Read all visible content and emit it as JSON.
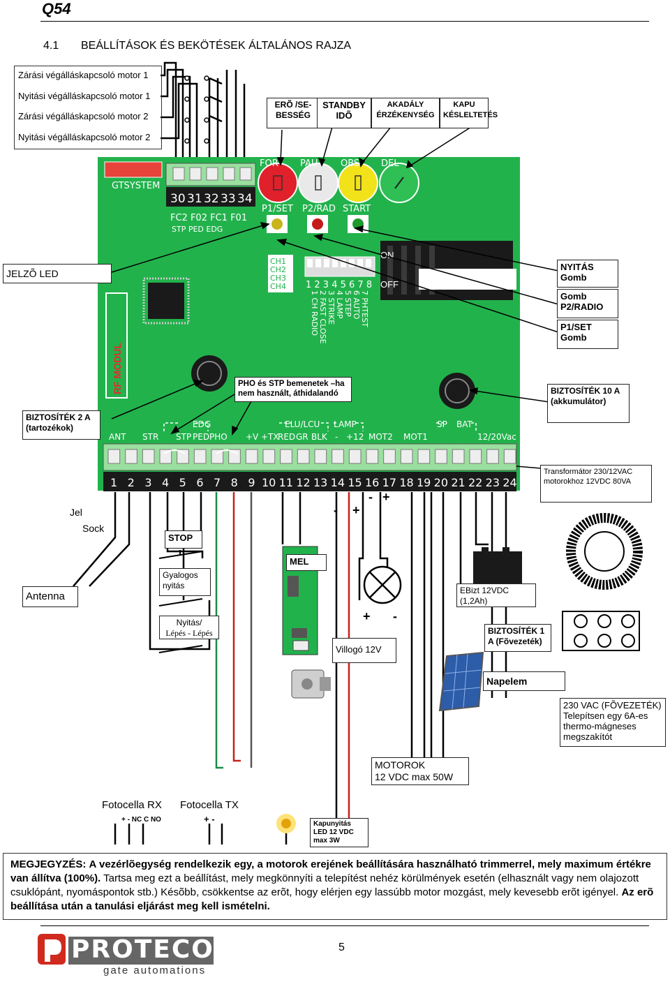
{
  "header": {
    "code": "Q54",
    "section_number": "4.1",
    "title": "BEÁLLÍTÁSOK ÉS BEKÖTÉSEK ÁLTALÁNOS RAJZA"
  },
  "limit_switches": [
    "Zárási végálláskapcsoló motor 1",
    "Nyitási végálláskapcsoló motor 1",
    "Zárási végálláskapcsoló motor 2",
    "Nyitási végálláskapcsoló motor 2"
  ],
  "trimmers": {
    "force": "ERÕ /SE-BESSÉG",
    "standby": "STANDBY IDÕ",
    "obstacle": "AKADÁLY ÉRZÉKENYSÉG",
    "gate_delay": "KAPU KÉSLELTETÉS"
  },
  "board": {
    "brand": "GTSYSTEM",
    "limit_terminals": [
      "30",
      "31",
      "32",
      "33",
      "34"
    ],
    "limit_labels": "FC2 F02   FC1 F01",
    "limit_sublabels": "STP PED EDG",
    "trimmer_marks": [
      "FOR",
      "PAU",
      "OBS",
      "DEL"
    ],
    "buttons": [
      "P1/SET",
      "P2/RAD",
      "START"
    ],
    "dip_channels": [
      "CH1",
      "CH2",
      "CH3",
      "CH4"
    ],
    "dip_numbers": "1 2 3 4 5 6 7 8",
    "dip_functions": [
      "1 CH RADIO",
      "2 FAST CLOSE",
      "3 STRIKE",
      "4 LAMP",
      "5 STEP",
      "6 AUTO",
      "7 PHTEST"
    ],
    "dip_on": "ON",
    "dip_off": "OFF",
    "rf_module": "RF MODUL",
    "bottom_groups": [
      "EDG",
      "ELU/LCU",
      "LAMP",
      "SP",
      "BAT"
    ],
    "bottom_labels": [
      "ANT",
      "STR",
      "STP",
      "PED",
      "PHO",
      "+V",
      "+TX",
      "RED",
      "GR",
      "BLK",
      "-",
      "+12",
      "MOT2",
      "MOT1",
      "12/20Vac"
    ],
    "terminal_numbers": [
      "1",
      "2",
      "3",
      "4",
      "5",
      "6",
      "7",
      "8",
      "9",
      "10",
      "11",
      "12",
      "13",
      "14",
      "15",
      "16",
      "17",
      "18",
      "19",
      "20",
      "21",
      "22",
      "23",
      "24"
    ]
  },
  "callouts": {
    "status_led": "JELZÕ LED",
    "open_button": "NYITÁS Gomb",
    "p2_button": "Gomb P2/RADIO",
    "p1_button": "P1/SET Gomb",
    "bypass_note": "PHO és STP bemenetek –ha nem használt, áthidalandó",
    "fuse_accessories": "BIZTOSÍTÉK 2 A (tartozékok)",
    "fuse_battery": "BIZTOSÍTÉK 10 A (akkumulátor)",
    "transformer": "Transformátor 230/12VAC motorokhoz 12VDC  80VA"
  },
  "wiring": {
    "signal": "Jel",
    "shield": "Sock",
    "antenna": "Antenna",
    "stop": "STOP",
    "pedestrian": "Gyalogos nyitás",
    "step_main": "Nyitás/",
    "step_sub": "Lépés - Lépés",
    "lock": "MEL",
    "lock_minus": "-",
    "lock_plus": "+",
    "lamp_minus": "-",
    "lamp_plus": "+",
    "lamp_bottom_plus": "+",
    "lamp_bottom_minus": "-",
    "flasher": "Villogó 12V",
    "battery": "EBizt 12VDC (1,2Ah)",
    "fuse_main": "BIZTOSÍTÉK 1 A (Fõvezeték)",
    "solar": "Napelem",
    "mains": "230 VAC (FÕVEZETÉK) Telepítsen egy 6A-es thermo-mágneses megszakítót",
    "motors_line1": "MOTOROK",
    "motors_line2": "12 VDC max 50W",
    "photo_rx": "Fotocella RX",
    "photo_tx": "Fotocella TX",
    "rx_pins": "+ - NC C NO",
    "tx_pins": "+ -",
    "gate_led": "Kapunyitás LED 12 VDC max 3W"
  },
  "note": {
    "label": "MEGJEGYZÉS:",
    "bold_text": "A vezérlõegység rendelkezik egy, a motorok erejének beállítására használható trimmerrel, mely maximum értékre van állítva (100%).",
    "normal_text": "Tartsa meg ezt a beállítást, mely megkönnyíti a telepítést nehéz körülmények esetén (elhasznált vagy nem olajozott csuklópánt, nyomáspontok stb.) Késõbb, csökkentse az erõt, hogy elérjen egy lassúbb motor mozgást, mely kevesebb erõt igényel.",
    "bold_end": "Az erõ beállítása után a tanulási eljárást meg kell ismételni."
  },
  "footer": {
    "page": "5",
    "brand": "PROTECO",
    "tagline": "gate automations"
  },
  "colors": {
    "pcb": "#22b24c",
    "trimmer_red": "#e0202a",
    "trimmer_yellow": "#f2e21a",
    "logo_red": "#d02a1f",
    "logo_gray": "#666666"
  }
}
